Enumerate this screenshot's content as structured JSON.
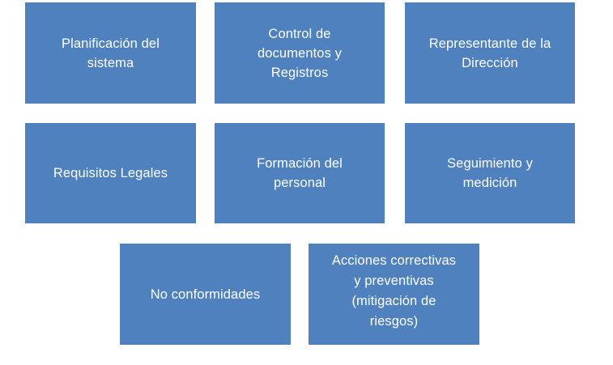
{
  "diagram": {
    "type": "block-grid",
    "title": "",
    "background_color": "#FFFFFF",
    "block_color": "#4E81BD",
    "text_color": "#FFFFFF",
    "columns": 3,
    "rows": 3,
    "blocks": [
      {
        "id": "planificacion-del-sistema",
        "label": "Planificación del\nsistema",
        "row": 1,
        "column": 1,
        "lines": 2
      },
      {
        "id": "control-de-documentos-y-registros",
        "label": "Control de\ndocumentos y\nRegistros",
        "row": 1,
        "column": 2,
        "lines": 3
      },
      {
        "id": "representante-de-la-direccion",
        "label": "Representante de la\nDirección",
        "row": 1,
        "column": 3,
        "lines": 2
      },
      {
        "id": "requisitos-legales",
        "label": "Requisitos Legales",
        "row": 2,
        "column": 1,
        "lines": 1
      },
      {
        "id": "formacion-del-personal",
        "label": "Formación del\npersonal",
        "row": 2,
        "column": 2,
        "lines": 2
      },
      {
        "id": "seguimiento-y-medicion",
        "label": "Seguimiento y\nmedición",
        "row": 2,
        "column": 3,
        "lines": 2
      },
      {
        "id": "no-conformidades",
        "label": "No conformidades",
        "row": 3,
        "column": 1,
        "lines": 1
      },
      {
        "id": "acciones-correctivas-y-preventivas",
        "label": "Acciones correctivas\ny preventivas\n(mitigación de\nriesgos)",
        "row": 3,
        "column": 2,
        "lines": 4
      }
    ]
  }
}
